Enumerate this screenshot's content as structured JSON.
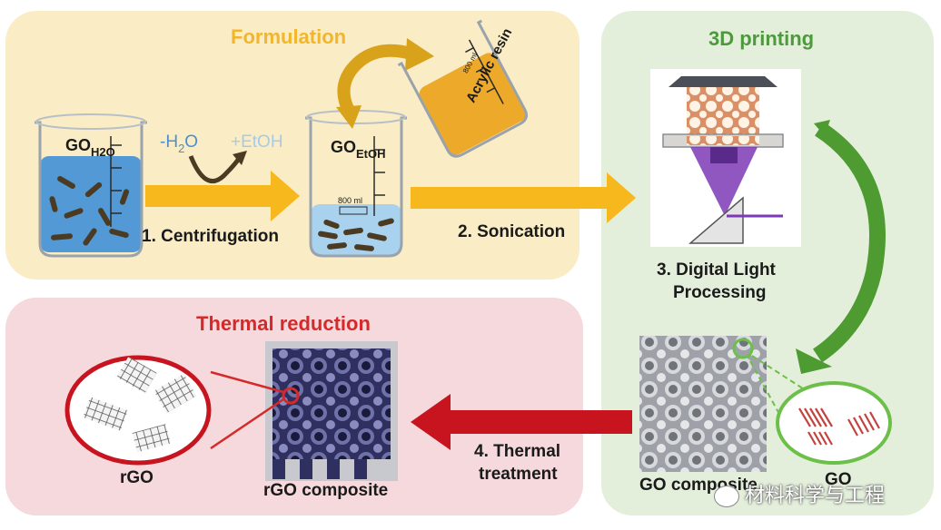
{
  "panels": {
    "formulation": "Formulation",
    "printing": "3D printing",
    "thermal": "Thermal reduction"
  },
  "labels": {
    "go_h2o_main": "GO",
    "go_h2o_sub": "H2O",
    "go_etoh_main": "GO",
    "go_etoh_sub": "EtOH",
    "minus_h2o_main": "-H",
    "minus_h2o_sub": "2",
    "minus_h2o_tail": "O",
    "plus_etoh": "+EtOH",
    "acrylic_resin": "Acrylic resin",
    "volume_mark": "800 ml",
    "resin_volume_mark": "800 ml"
  },
  "steps": {
    "step1": "1. Centrifugation",
    "step2": "2. Sonication",
    "step3_line1": "3. Digital Light",
    "step3_line2": "Processing",
    "step4_line1": "4. Thermal",
    "step4_line2": "treatment"
  },
  "products": {
    "go_composite": "GO composite",
    "go": "GO",
    "rgo_composite": "rGO composite",
    "rgo": "rGO"
  },
  "watermark": "材料科学与工程",
  "colors": {
    "formulation_title": "#f2b52b",
    "printing_title": "#4d9a3c",
    "thermal_title": "#d42a2a",
    "arrow_yellow": "#f6b81d",
    "arrow_green": "#4e9b31",
    "arrow_red": "#c8141e",
    "water_blue": "#3f8fd6",
    "ethanol_blue": "#a9d2ee",
    "resin_orange": "#eda92a",
    "laser_purple": "#7c3ab6"
  }
}
